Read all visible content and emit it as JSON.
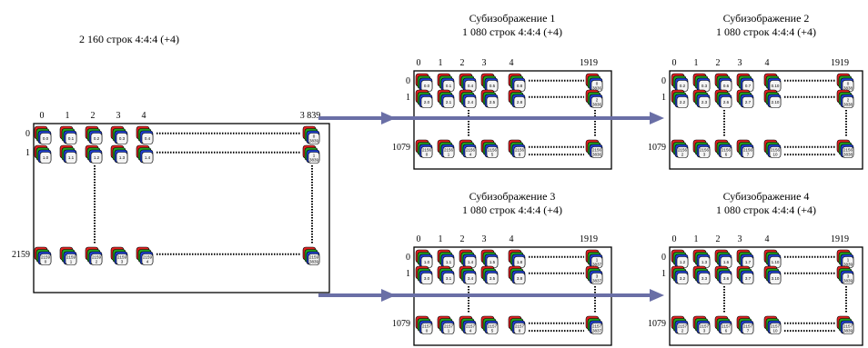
{
  "source_frame": {
    "title": "2 160 строк 4:4:4 (+4)",
    "col_ticks": [
      "0",
      "1",
      "2",
      "3",
      "4",
      "3 839"
    ],
    "row_ticks": [
      "0",
      "1",
      "2159"
    ],
    "pixels": {
      "row0": [
        "0.0",
        "0.1",
        "0.2",
        "0.3",
        "0.4",
        "0\n3839"
      ],
      "row1": [
        "1.0",
        "1.1",
        "1.2",
        "1.3",
        "1.4",
        "1\n3839"
      ],
      "rowLast": [
        "2159\n0",
        "2159\n1",
        "2159\n2",
        "2159\n3",
        "2159\n4",
        "2159\n3839"
      ]
    }
  },
  "subimages": [
    {
      "title": "Субизображение 1",
      "subtitle": "1 080 строк 4:4:4 (+4)",
      "col_ticks": [
        "0",
        "1",
        "2",
        "3",
        "4",
        "1919"
      ],
      "row_ticks": [
        "0",
        "1",
        "1079"
      ],
      "pixels": {
        "row0": [
          "0.0",
          "0.1",
          "0.4",
          "0.5",
          "0.8",
          "0\n3836"
        ],
        "row1": [
          "2.0",
          "2.1",
          "2.4",
          "2.5",
          "2.8",
          "2\n3836"
        ],
        "rowLast": [
          "2156\n0",
          "2156\n1",
          "2156\n4",
          "2156\n5",
          "2156\n8",
          "2156\n3836"
        ]
      }
    },
    {
      "title": "Субизображение 2",
      "subtitle": "1 080 строк 4:4:4 (+4)",
      "col_ticks": [
        "0",
        "1",
        "2",
        "3",
        "4",
        "1919"
      ],
      "row_ticks": [
        "0",
        "1",
        "1079"
      ],
      "pixels": {
        "row0": [
          "0.2",
          "0.3",
          "0.6",
          "0.7",
          "0.10",
          "0\n3838"
        ],
        "row1": [
          "2.2",
          "2.3",
          "2.6",
          "2.7",
          "2.10",
          "2\n3838"
        ],
        "rowLast": [
          "2156\n2",
          "2156\n3",
          "2156\n6",
          "2156\n7",
          "2156\n10",
          "2156\n3838"
        ]
      }
    },
    {
      "title": "Субизображение 3",
      "subtitle": "1 080 строк 4:4:4 (+4)",
      "col_ticks": [
        "0",
        "1",
        "2",
        "3",
        "4",
        "1919"
      ],
      "row_ticks": [
        "0",
        "1",
        "1079"
      ],
      "pixels": {
        "row0": [
          "1.0",
          "1.1",
          "1.4",
          "1.5",
          "1.8",
          "1\n3837"
        ],
        "row1": [
          "3.0",
          "3.1",
          "3.4",
          "3.5",
          "3.8",
          "3\n3837"
        ],
        "rowLast": [
          "2157\n0",
          "2157\n1",
          "2157\n4",
          "2157\n5",
          "2157\n8",
          "2157\n3837"
        ]
      }
    },
    {
      "title": "Субизображение 4",
      "subtitle": "1 080 строк 4:4:4 (+4)",
      "col_ticks": [
        "0",
        "1",
        "2",
        "3",
        "4",
        "1919"
      ],
      "row_ticks": [
        "0",
        "1",
        "1079"
      ],
      "pixels": {
        "row0": [
          "1.2",
          "1.3",
          "1.6",
          "1.7",
          "1.10",
          "1\n3839"
        ],
        "row1": [
          "3.2",
          "3.3",
          "3.6",
          "3.7",
          "3.10",
          "3\n3839"
        ],
        "rowLast": [
          "2157\n2",
          "2157\n3",
          "2157\n6",
          "2157\n7",
          "2157\n10",
          "2157\n3839"
        ]
      }
    }
  ],
  "colors": {
    "red": "#e02020",
    "green": "#20a020",
    "blue": "#2040d0",
    "cell": "#f4f4f4",
    "arrow": "#6a6fa6"
  }
}
